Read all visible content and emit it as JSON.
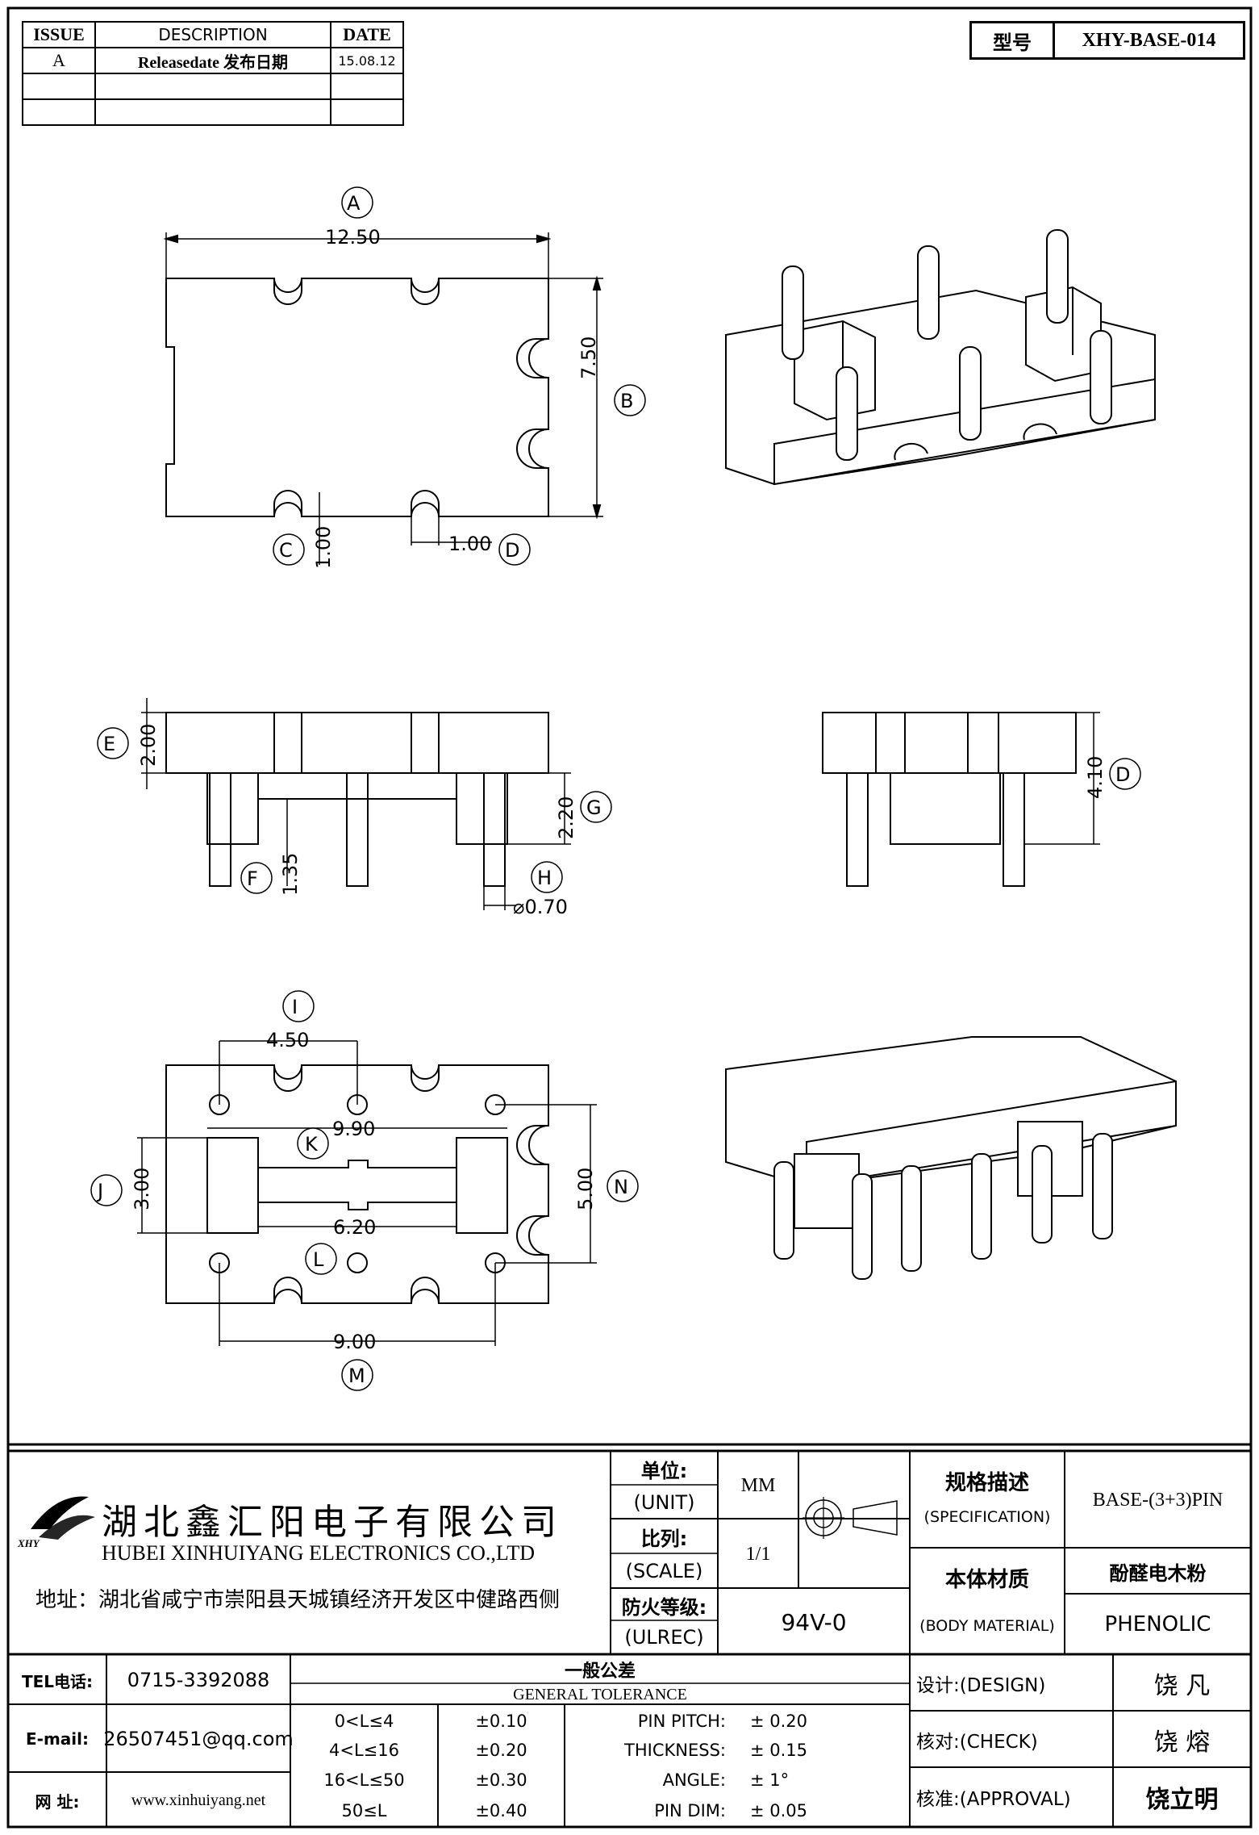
{
  "revision": {
    "headers": [
      "ISSUE",
      "DESCRIPTION",
      "DATE"
    ],
    "rows": [
      {
        "issue": "A",
        "description": "Releasedate 发布日期",
        "date": "15.08.12"
      },
      {
        "issue": "",
        "description": "",
        "date": ""
      },
      {
        "issue": "",
        "description": "",
        "date": ""
      }
    ]
  },
  "part_number": {
    "label": "型号",
    "value": "XHY-BASE-014"
  },
  "top_view": {
    "dims": {
      "A": "12.50",
      "B": "7.50",
      "C": "1.00",
      "D": "1.00"
    },
    "tags": [
      "A",
      "B",
      "C",
      "D"
    ]
  },
  "front_view": {
    "dims": {
      "E": "2.00",
      "F": "1.35",
      "G": "2.20",
      "H": "⌀0.70"
    },
    "tags": [
      "E",
      "F",
      "G",
      "H"
    ]
  },
  "side_view": {
    "dims": {
      "D": "4.10"
    },
    "tags": [
      "D"
    ]
  },
  "bottom_view": {
    "dims": {
      "I": "4.50",
      "K": "9.90",
      "J": "3.00",
      "N": "5.00",
      "L": "6.20",
      "M": "9.00"
    },
    "tags": [
      "I",
      "J",
      "K",
      "L",
      "M",
      "N"
    ]
  },
  "company": {
    "name_cn": "湖北鑫汇阳电子有限公司",
    "name_en": "HUBEI XINHUIYANG ELECTRONICS CO.,LTD",
    "address": "地址：湖北省咸宁市崇阳县天城镇经济开发区中健路西侧",
    "logo_text": "XHY"
  },
  "title_block": {
    "unit_cn": "单位:",
    "unit_en": "(UNIT)",
    "unit_value": "MM",
    "scale_cn": "比列:",
    "scale_en": "(SCALE)",
    "scale_value": "1/1",
    "ul_cn": "防火等级:",
    "ul_en": "(ULREC)",
    "ul_value": "94V-0",
    "spec_cn": "规格描述",
    "spec_en": "(SPECIFICATION)",
    "spec_value": "BASE-(3+3)PIN",
    "material_cn": "本体材质",
    "material_en": "(BODY MATERIAL)",
    "material_cn_value": "酚醛电木粉",
    "material_en_value": "PHENOLIC",
    "tel_label": "TEL电话:",
    "tel_value": "0715-3392088",
    "email_label": "E-mail:",
    "email_value": "26507451@qq.com",
    "web_label": "网  址:",
    "web_value": "www.xinhuiyang.net",
    "tol_cn": "一般公差",
    "tol_en": "GENERAL TOLERANCE",
    "tol_ranges": [
      "0<L≤4",
      "4<L≤16",
      "16<L≤50",
      "50≤L"
    ],
    "tol_values": [
      "±0.10",
      "±0.20",
      "±0.30",
      "±0.40"
    ],
    "tol_items": [
      "PIN PITCH:",
      "THICKNESS:",
      "ANGLE:",
      "PIN DIM:"
    ],
    "tol_item_values": [
      "±  0.20",
      "±  0.15",
      "±  1°",
      "±  0.05"
    ],
    "design_label": "设计:(DESIGN)",
    "design_name": "饶  凡",
    "check_label": "核对:(CHECK)",
    "check_name": "饶  熔",
    "approval_label": "核准:(APPROVAL)",
    "approval_name": "饶立明"
  }
}
